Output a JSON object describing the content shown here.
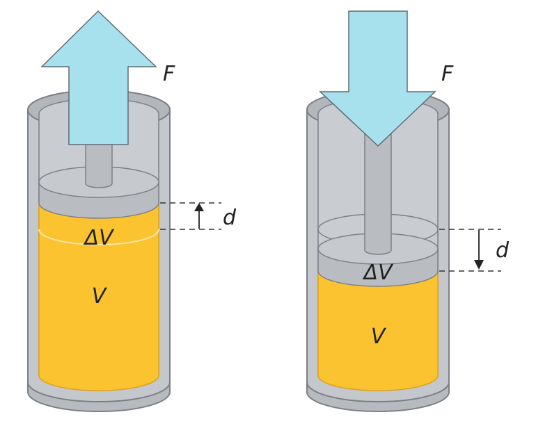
{
  "colors": {
    "cylinder_body": "#c4c7cb",
    "cylinder_dark": "#a9adb2",
    "cylinder_outline": "#7c8085",
    "fluid": "#fcc330",
    "fluid_edge": "#e1a417",
    "arrow_fill": "#a8e1ee",
    "arrow_outline": "#5f6b74",
    "text": "#222222"
  },
  "left_panel": {
    "force_label": "F",
    "delta_label": "ΔV",
    "volume_label": "V",
    "distance_label": "d"
  },
  "right_panel": {
    "force_label": "F",
    "delta_label": "ΔV",
    "volume_label": "V",
    "distance_label": "d"
  }
}
